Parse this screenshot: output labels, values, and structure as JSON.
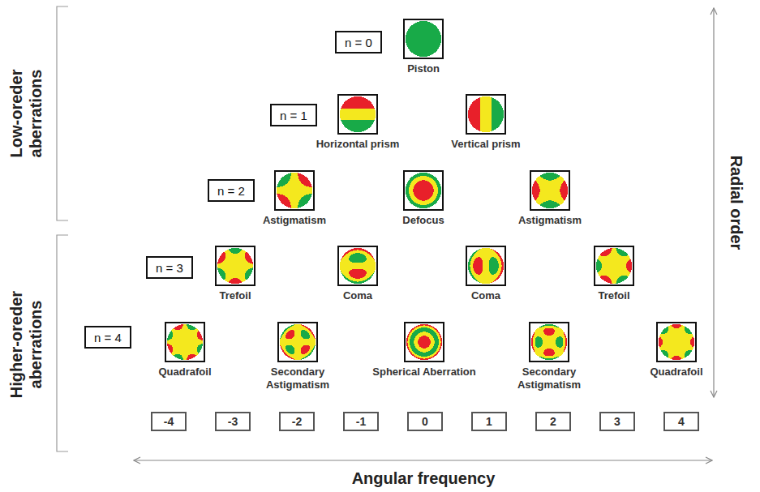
{
  "diagram": {
    "nodes": [
      {
        "text": [
          "n = 0"
        ]
      },
      {
        "text": [
          "Piston"
        ]
      },
      {
        "text": [
          "n = 1"
        ]
      },
      {
        "text": [
          "Horizontal prism"
        ]
      },
      {
        "text": [
          "Vertical prism"
        ]
      },
      {
        "text": [
          "n = 2"
        ]
      },
      {
        "text": [
          "Astigmatism"
        ]
      },
      {
        "text": [
          "Defocus"
        ]
      },
      {
        "text": [
          "Astigmatism"
        ]
      },
      {
        "text": [
          "n = 3"
        ]
      },
      {
        "text": [
          "Trefoil"
        ]
      },
      {
        "text": [
          "Coma"
        ]
      },
      {
        "text": [
          "Coma"
        ]
      },
      {
        "text": [
          "Trefoil"
        ]
      },
      {
        "text": [
          "n = 4"
        ]
      },
      {
        "text": [
          "Quadrafoil"
        ]
      },
      {
        "text": [
          "Secondary Astigmatism"
        ]
      },
      {
        "text": [
          "Spherical Aberration"
        ]
      },
      {
        "text": [
          "Secondary Astigmatism"
        ]
      },
      {
        "text": [
          "Quadrafoil"
        ]
      },
      {
        "text": [
          "-4"
        ]
      },
      {
        "text": [
          "-3"
        ]
      },
      {
        "text": [
          "-2"
        ]
      },
      {
        "text": [
          "-1"
        ]
      },
      {
        "text": [
          "0"
        ]
      },
      {
        "text": [
          "1"
        ]
      },
      {
        "text": [
          "2"
        ]
      },
      {
        "text": [
          "3"
        ]
      },
      {
        "text": [
          "4"
        ]
      }
    ],
    "labels": [
      "Low-oreder aberrations",
      "Higher-oreder aberrations",
      "Radial order",
      "Angular frequency"
    ]
  }
}
